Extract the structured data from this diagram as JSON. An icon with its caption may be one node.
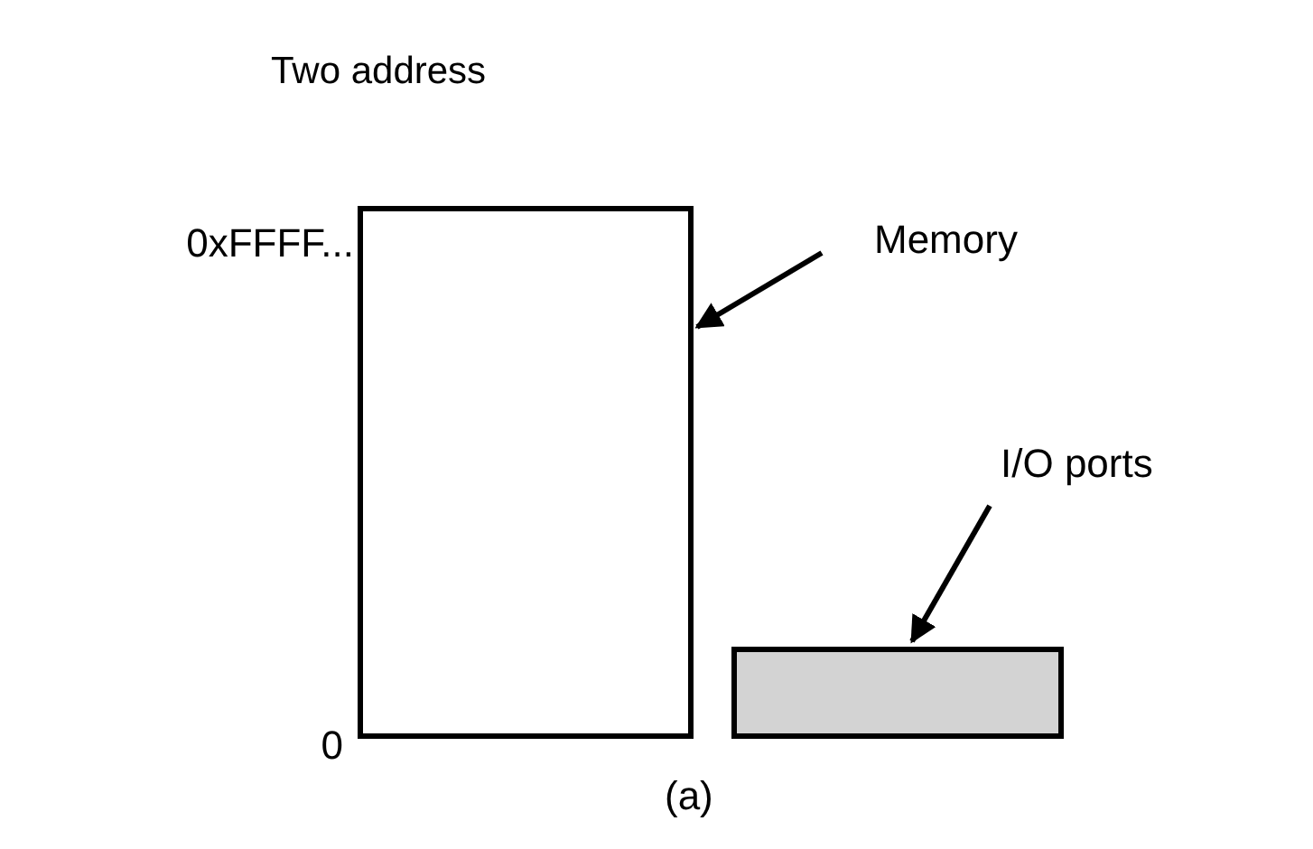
{
  "diagram": {
    "title": "Two address",
    "nodes": [
      {
        "text": [
          "Memory"
        ]
      },
      {
        "text": [],
        "shape": "box"
      },
      {
        "text": [
          "I/O ports"
        ]
      },
      {
        "text": [],
        "shape": "box"
      }
    ],
    "edges": [
      {
        "from": 0,
        "to": 1,
        "arrow": "to"
      },
      {
        "from": 2,
        "to": 3,
        "arrow": "to"
      }
    ],
    "labels": [
      "0xFFFF...",
      "0"
    ],
    "caption": "(a)"
  }
}
